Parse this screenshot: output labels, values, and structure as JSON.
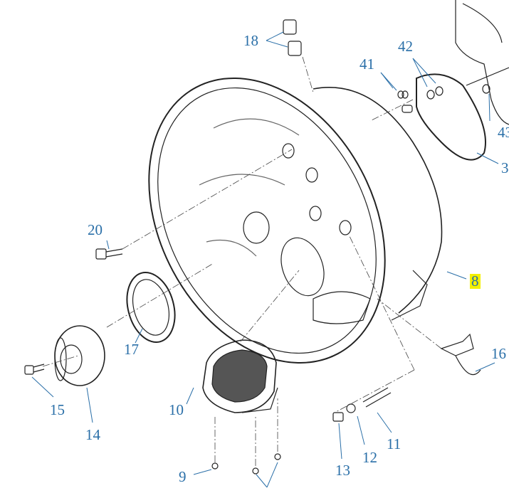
{
  "diagram": {
    "callouts": [
      {
        "id": "c18",
        "text": "18"
      },
      {
        "id": "c42",
        "text": "42"
      },
      {
        "id": "c41",
        "text": "41"
      },
      {
        "id": "c43",
        "text": "43"
      },
      {
        "id": "c3",
        "text": "3"
      },
      {
        "id": "c20",
        "text": "20"
      },
      {
        "id": "c8",
        "text": "8",
        "highlighted": true
      },
      {
        "id": "c17",
        "text": "17"
      },
      {
        "id": "c16",
        "text": "16"
      },
      {
        "id": "c15",
        "text": "15"
      },
      {
        "id": "c14",
        "text": "14"
      },
      {
        "id": "c10",
        "text": "10"
      },
      {
        "id": "c11",
        "text": "11"
      },
      {
        "id": "c12",
        "text": "12"
      },
      {
        "id": "c13",
        "text": "13"
      },
      {
        "id": "c9",
        "text": "9"
      }
    ],
    "colors": {
      "callout": "#2a6fa8",
      "highlight": "#f4f000",
      "line": "#222222"
    }
  }
}
